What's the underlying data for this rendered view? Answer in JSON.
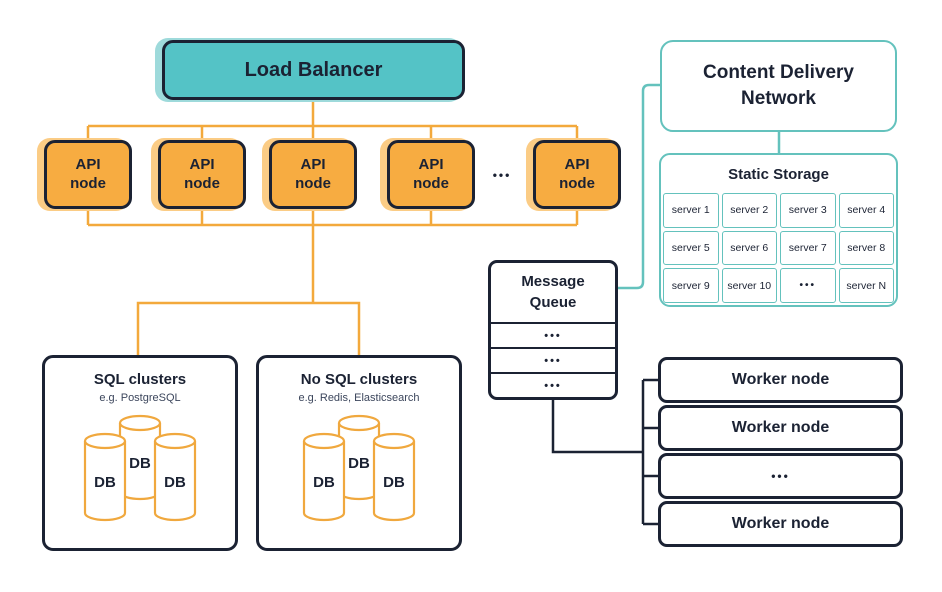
{
  "palette": {
    "navy": "#1b2233",
    "teal_fill": "#54c3c6",
    "teal_shadow": "#9edadb",
    "teal_line": "#64c2bd",
    "orange_fill": "#f7ac41",
    "orange_shadow": "#fbcc85",
    "orange_line": "#f3a93c",
    "subtitle_text": "#3c465c"
  },
  "load_balancer": {
    "label": "Load Balancer"
  },
  "api_row": {
    "nodes": [
      {
        "label": "API\nnode"
      },
      {
        "label": "API\nnode"
      },
      {
        "label": "API\nnode"
      },
      {
        "label": "API\nnode"
      },
      {
        "label": "API\nnode"
      }
    ],
    "ellipsis": "•••"
  },
  "cdn": {
    "title": "Content Delivery\nNetwork"
  },
  "static_storage": {
    "title": "Static Storage",
    "cells": [
      "server 1",
      "server 2",
      "server 3",
      "server 4",
      "server 5",
      "server 6",
      "server 7",
      "server 8",
      "server 9",
      "server 10",
      "•••",
      "server N"
    ]
  },
  "message_queue": {
    "title": "Message\nQueue",
    "rows": [
      "•••",
      "•••",
      "•••"
    ]
  },
  "sql_cluster": {
    "title": "SQL clusters",
    "subtitle": "e.g. PostgreSQL",
    "db_labels": [
      "DB",
      "DB",
      "DB"
    ]
  },
  "nosql_cluster": {
    "title": "No SQL clusters",
    "subtitle": "e.g. Redis, Elasticsearch",
    "db_labels": [
      "DB",
      "DB",
      "DB"
    ]
  },
  "workers": {
    "nodes": [
      "Worker node",
      "Worker node",
      "•••",
      "Worker node"
    ]
  }
}
